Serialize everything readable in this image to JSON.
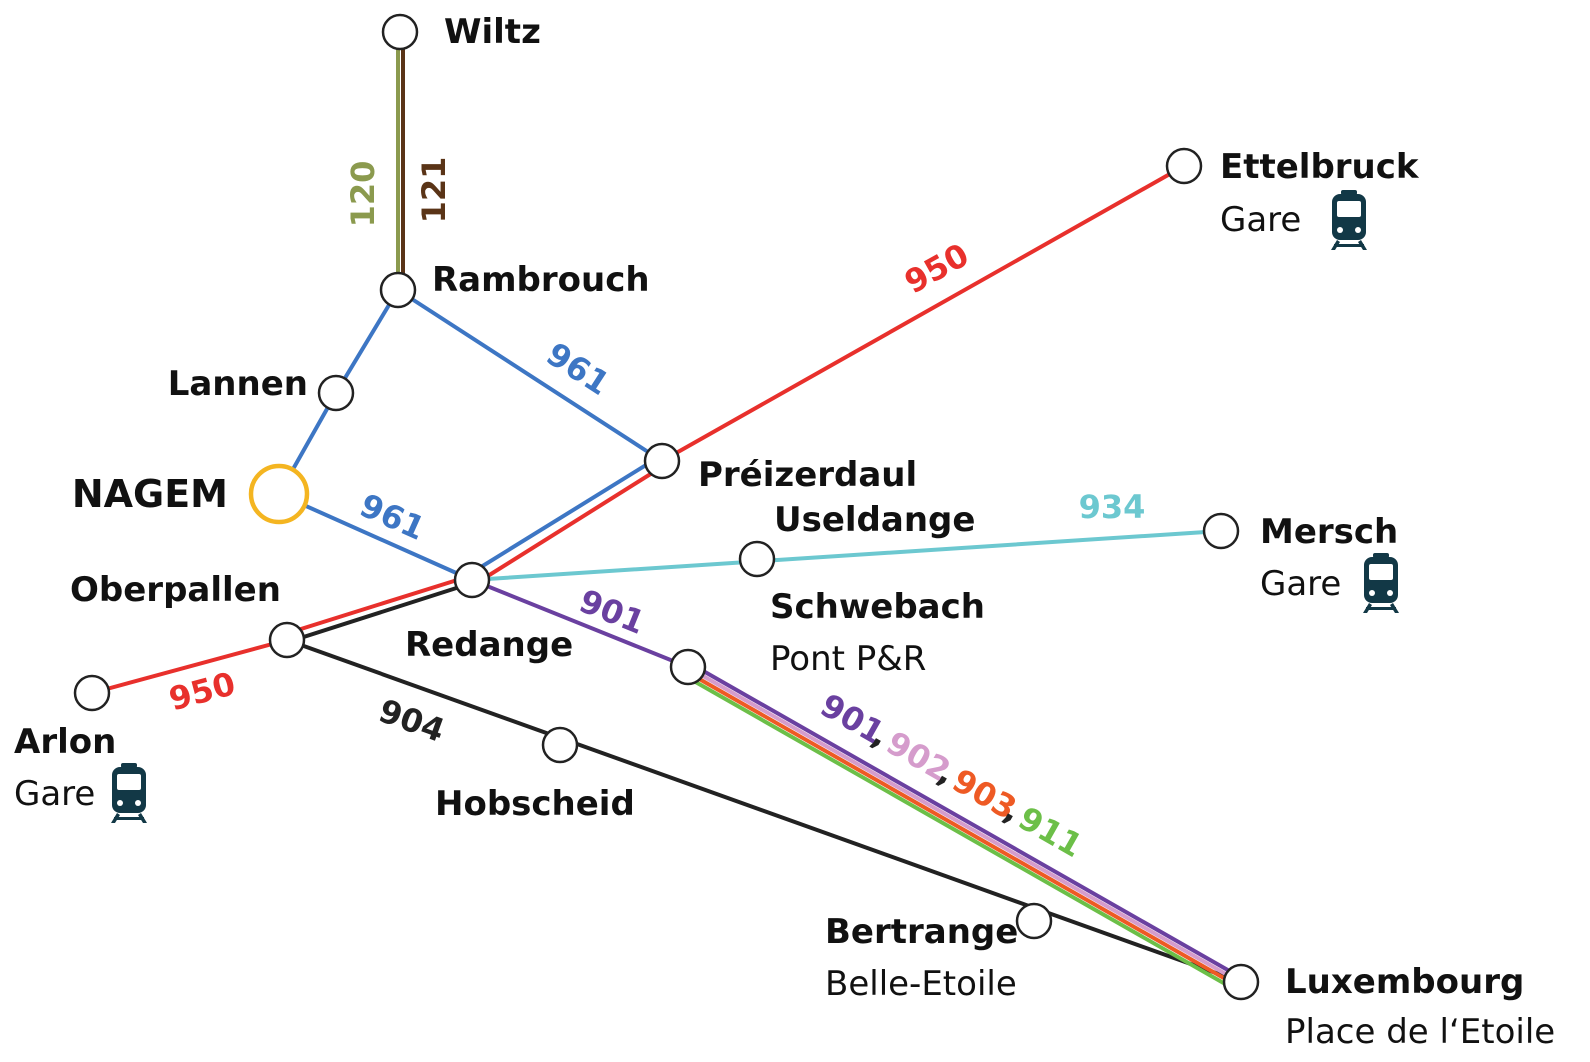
{
  "stops": {
    "wiltz": "Wiltz",
    "rambrouch": "Rambrouch",
    "lannen": "Lannen",
    "nagem": "NAGEM",
    "preizerdaul": "Préizerdaul",
    "useldange": "Useldange",
    "redange": "Redange",
    "oberpallen": "Oberpallen",
    "arlon": "Arlon",
    "arlon_sub": "Gare",
    "ettelbruck": "Ettelbruck",
    "ettelbruck_sub": "Gare",
    "mersch": "Mersch",
    "mersch_sub": "Gare",
    "schwebach": "Schwebach",
    "schwebach_sub": "Pont P&R",
    "hobscheid": "Hobscheid",
    "bertrange": "Bertrange",
    "bertrange_sub": "Belle-Etoile",
    "luxembourg": "Luxembourg",
    "luxembourg_sub": "Place de l‘Etoile"
  },
  "routes": {
    "r120": "120",
    "r121": "121",
    "r950_top": "950",
    "r950_bottom": "950",
    "r961_top": "961",
    "r961_bottom": "961",
    "r934": "934",
    "r901": "901",
    "r904": "904",
    "bundle_901": "901",
    "bundle_902": "902",
    "bundle_903": "903",
    "bundle_911": "911",
    "comma": ","
  },
  "colors": {
    "r120": "#8b9a4e",
    "r121": "#5a3417",
    "r950": "#e8302c",
    "r961": "#3d76c4",
    "r934": "#6cc8d0",
    "r901": "#6a40a0",
    "r902": "#d59ccc",
    "r903": "#ee5a24",
    "r911": "#6cbf48",
    "r904": "#222222",
    "hub": "#f4b521",
    "train": "#123846"
  },
  "icons": {
    "station": "train-icon"
  }
}
